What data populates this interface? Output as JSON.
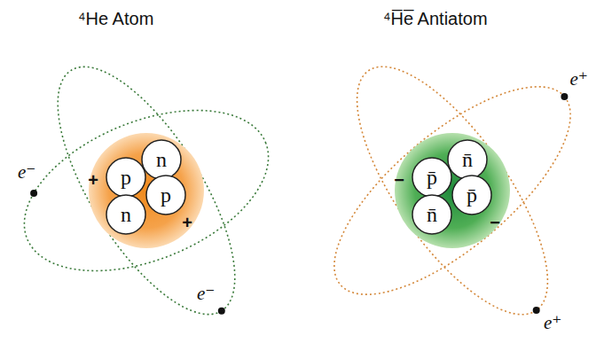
{
  "diagram": {
    "nodes": [
      {
        "text": [
          "+",
          "+"
        ]
      },
      {
        "text": [
          "n"
        ],
        "in": 0
      },
      {
        "text": [
          "p"
        ],
        "in": 0
      },
      {
        "text": [
          "p"
        ],
        "in": 0
      },
      {
        "text": [
          "n"
        ],
        "in": 0
      },
      {
        "text": [
          "−",
          "−"
        ]
      },
      {
        "text": [
          "n̄"
        ],
        "in": 5
      },
      {
        "text": [
          "p̄"
        ],
        "in": 5
      },
      {
        "text": [
          "p̄"
        ],
        "in": 5
      },
      {
        "text": [
          "n̄"
        ],
        "in": 5
      }
    ],
    "labels": [
      "⁴He Atom",
      "e⁻",
      "e⁻",
      "⁴H̅e̅ Antiatom",
      "e⁺",
      "e⁺"
    ]
  }
}
